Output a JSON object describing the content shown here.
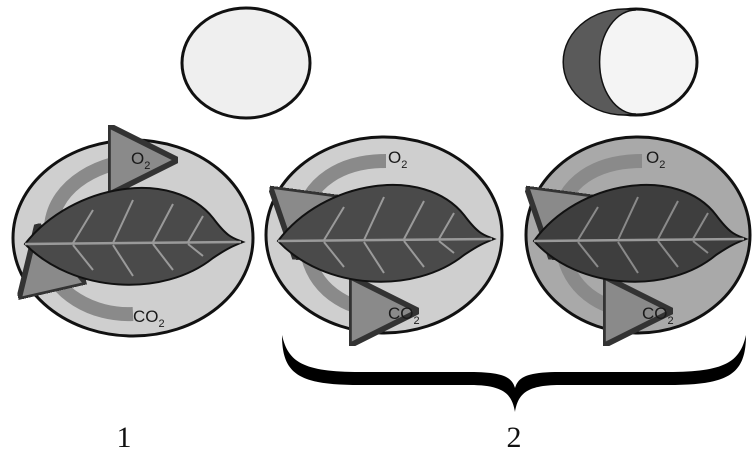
{
  "sky": {
    "sun_icon": "sun-icon",
    "moon_icon": "crescent-moon-icon"
  },
  "panels": [
    {
      "name": "leaf-panel-1",
      "top_label": "O",
      "top_sub": "2",
      "bottom_label": "CO",
      "bottom_sub": "2"
    },
    {
      "name": "leaf-panel-2",
      "top_label": "O",
      "top_sub": "2",
      "bottom_label": "CO",
      "bottom_sub": "2"
    },
    {
      "name": "leaf-panel-3",
      "top_label": "O",
      "top_sub": "2",
      "bottom_label": "CO",
      "bottom_sub": "2"
    }
  ],
  "group_labels": {
    "first": "1",
    "second": "2"
  },
  "colors": {
    "panel_fill": "#cfcfcf",
    "panel_fill_dark": "#a9a9a9",
    "leaf": "#4a4a4a",
    "leaf_vein": "#9a9a9a",
    "arrow": "#8a8a8a",
    "sun": "#efefef",
    "moon_dark": "#5a5a5a",
    "moon_light": "#f4f4f4",
    "brace": "#000000"
  }
}
